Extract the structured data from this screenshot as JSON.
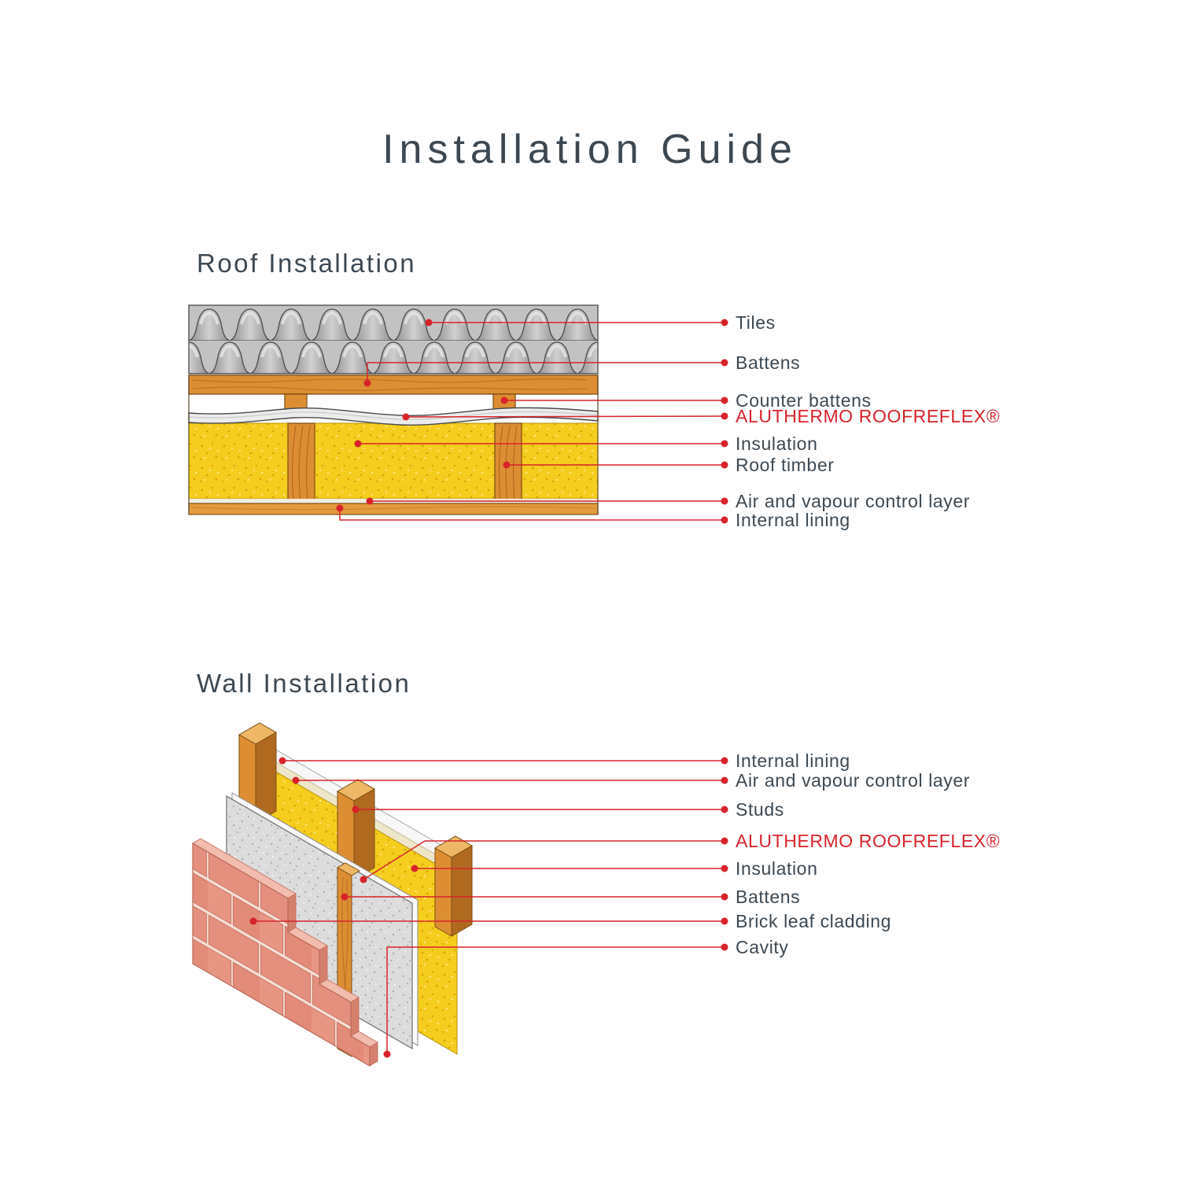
{
  "page": {
    "title": "Installation Guide"
  },
  "colors": {
    "accent_red": "#D8232A",
    "heading_text": "#3C4852",
    "wood": "#DD8E33",
    "insulation_yellow": "#F5CD1E",
    "membrane_gray": "#DCDCDC",
    "brick_pink": "#E5907E",
    "tile_gray": "#B5B5B5"
  },
  "roof": {
    "heading": "Roof Installation",
    "labels": [
      {
        "text": "Tiles",
        "highlight": false
      },
      {
        "text": "Battens",
        "highlight": false
      },
      {
        "text": "Counter battens",
        "highlight": false
      },
      {
        "text": "ALUTHERMO ROOFREFLEX®",
        "highlight": true
      },
      {
        "text": "Insulation",
        "highlight": false
      },
      {
        "text": "Roof timber",
        "highlight": false
      },
      {
        "text": "Air and vapour control layer",
        "highlight": false
      },
      {
        "text": "Internal lining",
        "highlight": false
      }
    ]
  },
  "wall": {
    "heading": "Wall Installation",
    "labels": [
      {
        "text": "Internal lining",
        "highlight": false
      },
      {
        "text": "Air and vapour control layer",
        "highlight": false
      },
      {
        "text": "Studs",
        "highlight": false
      },
      {
        "text": "ALUTHERMO ROOFREFLEX®",
        "highlight": true
      },
      {
        "text": "Insulation",
        "highlight": false
      },
      {
        "text": "Battens",
        "highlight": false
      },
      {
        "text": "Brick leaf cladding",
        "highlight": false
      },
      {
        "text": "Cavity",
        "highlight": false
      }
    ]
  }
}
